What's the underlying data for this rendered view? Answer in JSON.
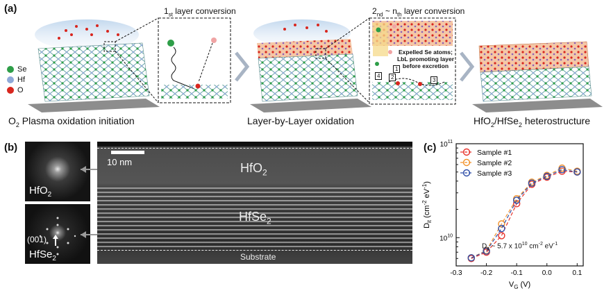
{
  "panel_a": {
    "label": "(a)",
    "legend": [
      {
        "name": "Se",
        "color": "#2e9e48"
      },
      {
        "name": "Hf",
        "color": "#8fa9d8"
      },
      {
        "name": "O",
        "color": "#d8261e"
      }
    ],
    "inset1_title_main": "1",
    "inset1_title_sub": "st",
    "inset1_title_rest": " layer conversion",
    "inset2_title_a": "2",
    "inset2_title_a_sub": "nd",
    "inset2_title_mid": " ~ n",
    "inset2_title_b_sub": "th",
    "inset2_title_rest": " layer conversion",
    "inset2_note_line1": "Expelled Se atoms;",
    "inset2_note_line2": "LbL promoting layer",
    "inset2_note_line3": "before excretion",
    "step_marks": [
      "1",
      "2",
      "3",
      "4"
    ],
    "caption1_pre": "O",
    "caption1_sub": "2",
    "caption1_rest": " Plasma oxidation initiation",
    "caption2": "Layer-by-Layer oxidation",
    "caption3_pre": "HfO",
    "caption3_sub": "2",
    "caption3_mid": "/HfSe",
    "caption3_sub2": "2",
    "caption3_rest": " heterostructure"
  },
  "panel_b": {
    "label": "(b)",
    "fft_top_pre": "HfO",
    "fft_top_sub": "2",
    "fft_bottom_index": "(001)",
    "fft_bottom_pre": "HfSe",
    "fft_bottom_sub": "2",
    "scale_bar": "10 nm",
    "layer_top_pre": "HfO",
    "layer_top_sub": "2",
    "layer_mid_pre": "HfSe",
    "layer_mid_sub": "2",
    "layer_bottom": "Substrate"
  },
  "panel_c": {
    "label": "(c)",
    "annotation_pre": "D",
    "annotation_sub": "it",
    "annotation_rest": " ~ 5.7 x 10",
    "annotation_exp": "10",
    "annotation_unit_a": " cm",
    "annotation_unit_exp1": "-2",
    "annotation_unit_b": " eV",
    "annotation_unit_exp2": "-1"
  },
  "chart_data": {
    "type": "line",
    "xlabel": "V_G (V)",
    "ylabel": "D_it (cm^-2 eV^-1)",
    "xlim": [
      -0.3,
      0.12
    ],
    "ylim": [
      5000000000.0,
      100000000000.0
    ],
    "yscale": "log",
    "xticks": [
      "-0.3",
      "-0.2",
      "-0.1",
      "0.0",
      "0.1"
    ],
    "xtick_values": [
      -0.3,
      -0.2,
      -0.1,
      0.0,
      0.1
    ],
    "yticks": [
      {
        "base": "10",
        "exp": "10",
        "value": 10000000000.0
      },
      {
        "base": "10",
        "exp": "11",
        "value": 100000000000.0
      }
    ],
    "legend_position": "top-left",
    "series": [
      {
        "name": "Sample #1",
        "color": "#e8332b",
        "x": [
          -0.25,
          -0.2,
          -0.15,
          -0.1,
          -0.05,
          0.0,
          0.05,
          0.1
        ],
        "y": [
          6000000000.0,
          7000000000.0,
          10500000000.0,
          23000000000.0,
          37000000000.0,
          44000000000.0,
          51000000000.0,
          50000000000.0
        ]
      },
      {
        "name": "Sample #2",
        "color": "#f2922c",
        "x": [
          -0.25,
          -0.2,
          -0.15,
          -0.1,
          -0.05,
          0.0,
          0.05,
          0.1
        ],
        "y": [
          6100000000.0,
          7300000000.0,
          14000000000.0,
          26000000000.0,
          39000000000.0,
          46000000000.0,
          55000000000.0,
          51000000000.0
        ]
      },
      {
        "name": "Sample #3",
        "color": "#2e4ea8",
        "x": [
          -0.25,
          -0.2,
          -0.15,
          -0.1,
          -0.05,
          0.0,
          0.05,
          0.1
        ],
        "y": [
          6100000000.0,
          7200000000.0,
          12500000000.0,
          25000000000.0,
          38000000000.0,
          45000000000.0,
          53000000000.0,
          50000000000.0
        ]
      }
    ]
  }
}
